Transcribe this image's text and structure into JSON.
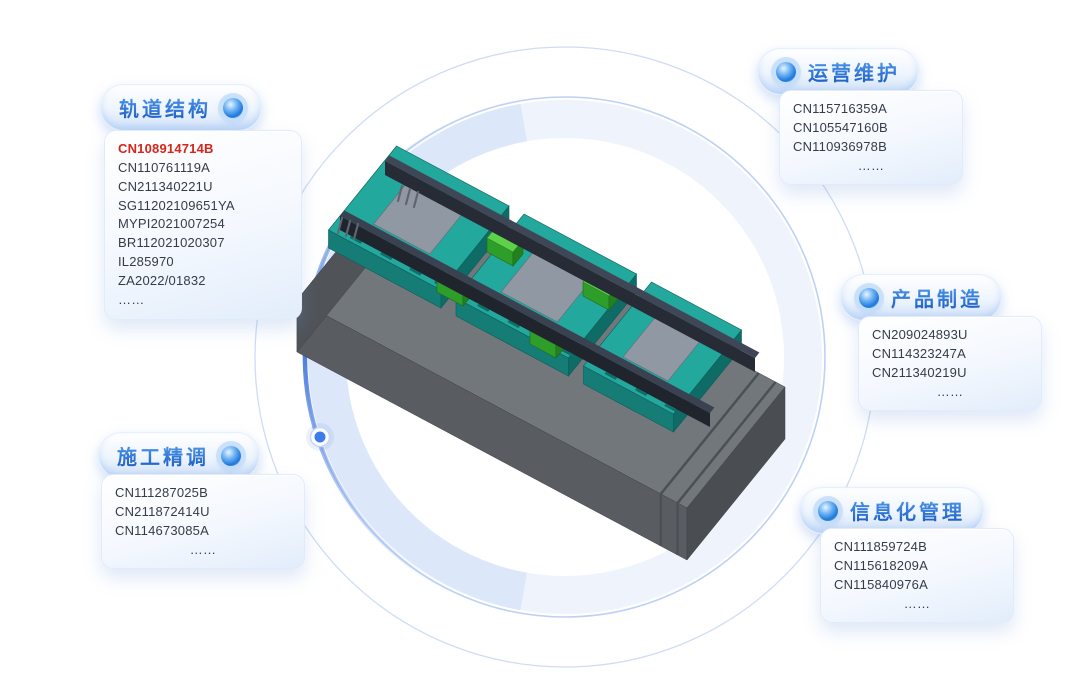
{
  "page": {
    "background": "#ffffff"
  },
  "groups": [
    {
      "id": "track-structure",
      "label": "轨道结构",
      "patents": [
        "CN108914714B",
        "CN110761119A",
        "CN211340221U",
        "SG11202109651YA",
        "MYPI2021007254",
        "BR112021020307",
        "IL285970",
        "ZA2022/01832"
      ],
      "more": "……",
      "highlighted_patent": "CN108914714B"
    },
    {
      "id": "operation-maintenance",
      "label": "运营维护",
      "patents": [
        "CN115716359A",
        "CN105547160B",
        "CN110936978B"
      ],
      "more": "……"
    },
    {
      "id": "product-manufacturing",
      "label": "产品制造",
      "patents": [
        "CN209024893U",
        "CN114323247A",
        "CN211340219U"
      ],
      "more": "……"
    },
    {
      "id": "construction-adjustment",
      "label": "施工精调",
      "patents": [
        "CN111287025B",
        "CN211872414U",
        "CN114673085A"
      ],
      "more": "……"
    },
    {
      "id": "information-management",
      "label": "信息化管理",
      "patents": [
        "CN111859724B",
        "CN115618209A",
        "CN115840976A"
      ],
      "more": "……"
    }
  ],
  "icons": {
    "glow_dot": "radial-blue-orb"
  },
  "colors": {
    "label_blue": "#2273d8",
    "highlight_red": "#d6251a",
    "ring_blue": "#b9cdf4",
    "arc_blue": "#4c7fdd",
    "slab_teal": "#23a89e",
    "base_grey": "#72777c",
    "box_green": "#5ed14a",
    "rail_dark": "#262b35"
  }
}
